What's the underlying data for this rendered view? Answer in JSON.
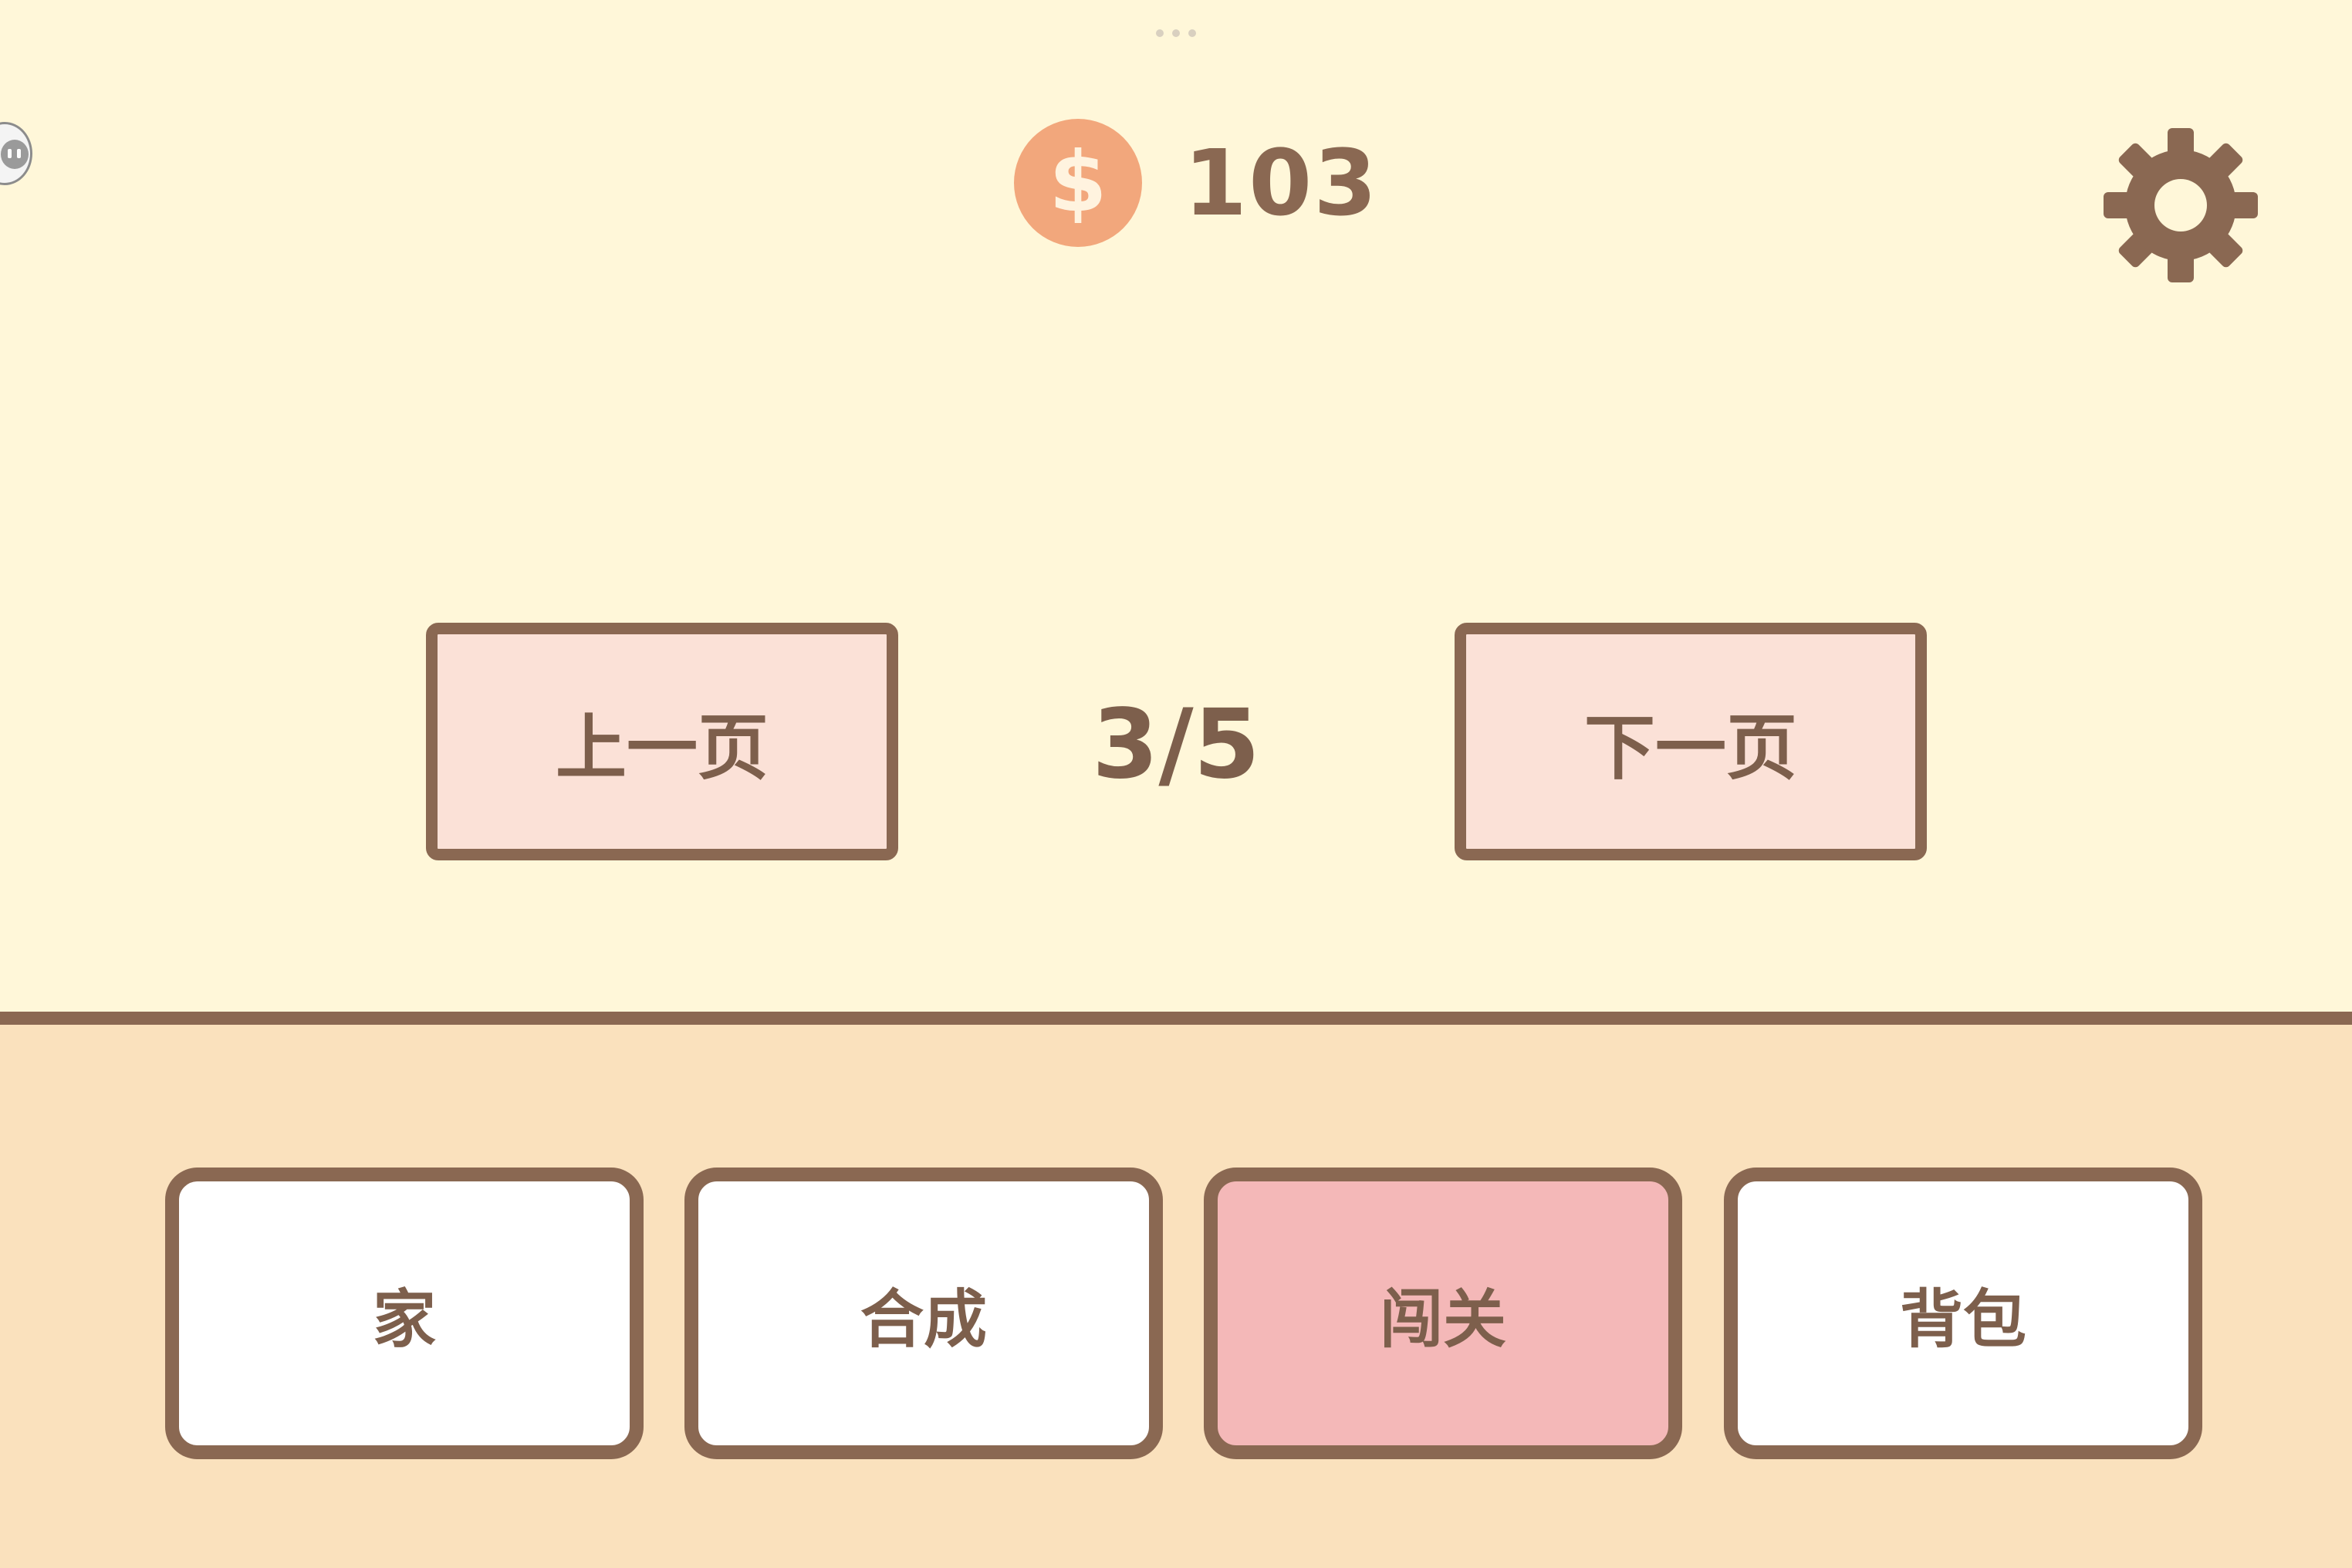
{
  "header": {
    "coin_symbol": "$",
    "coins": "103"
  },
  "icons": {
    "settings": "gear-icon",
    "coin": "coin-icon",
    "assistant": "floating-assistant-icon"
  },
  "pager": {
    "prev_label": "上一页",
    "next_label": "下一页",
    "indicator": "3/5",
    "current_page": 3,
    "total_pages": 5
  },
  "bottom_nav": {
    "active_index": 2,
    "items": [
      {
        "label": "家"
      },
      {
        "label": "合成"
      },
      {
        "label": "闯关"
      },
      {
        "label": "背包"
      }
    ]
  },
  "colors": {
    "background_top": "#fff7d9",
    "background_bottom": "#fae1bd",
    "outline": "#8a6852",
    "text": "#7d5f4c",
    "coin": "#f2a77c",
    "page_button": "#fbe1d7",
    "nav_active": "#f4b8b8",
    "nav_inactive": "#ffffff"
  }
}
